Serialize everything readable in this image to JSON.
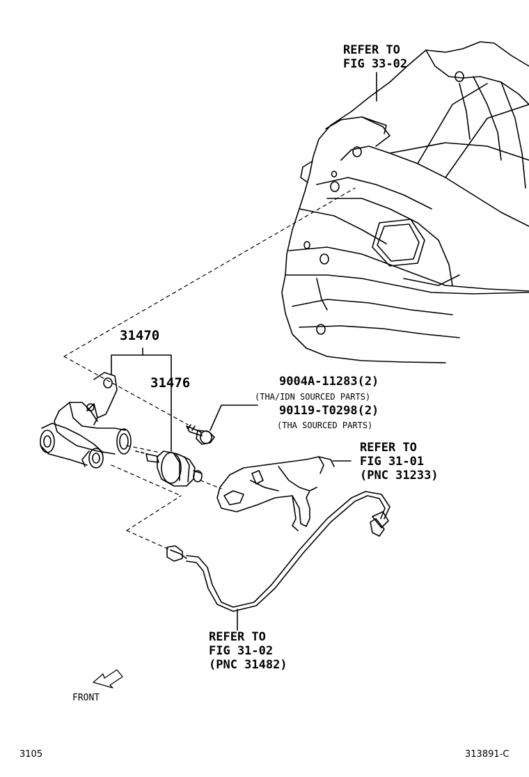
{
  "labels": {
    "refer_33_02": [
      "REFER TO",
      "FIG 33-02"
    ],
    "refer_31_01": [
      "REFER TO",
      "FIG 31-01",
      "(PNC 31233)"
    ],
    "refer_31_02": [
      "REFER TO",
      "FIG 31-02",
      "(PNC 31482)"
    ],
    "part_31470": "31470",
    "part_31476": "31476",
    "bolt_1_number": "9004A-11283(2)",
    "bolt_1_note": "(THA/IDN SOURCED PARTS)",
    "bolt_2_number": "90119-T0298(2)",
    "bolt_2_note": "(THA SOURCED PARTS)",
    "front": "FRONT",
    "page_code": "3105",
    "figure_code": "313891-C"
  }
}
